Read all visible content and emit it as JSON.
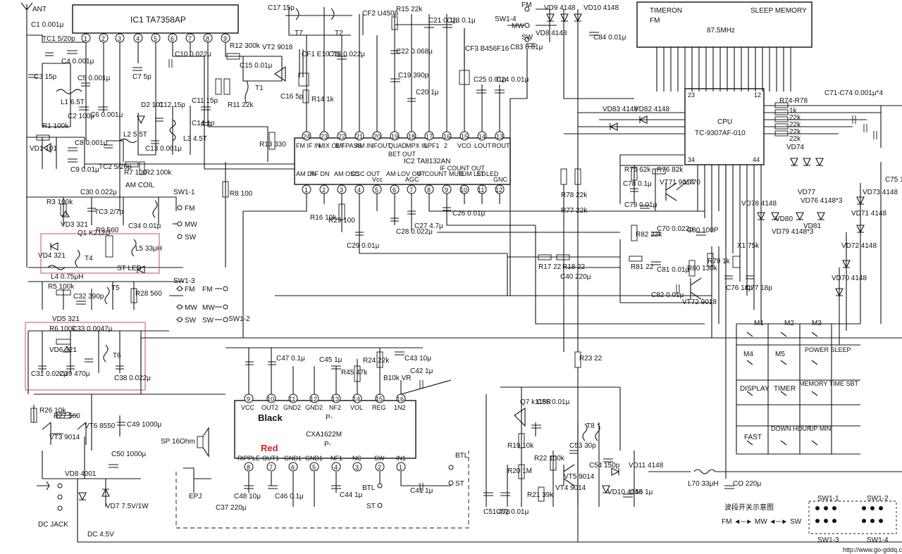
{
  "ic1": {
    "name": "IC1 TA7358AP",
    "pins": [
      "1",
      "2",
      "3",
      "4",
      "5",
      "6",
      "7",
      "8",
      "9"
    ]
  },
  "ic2": {
    "name": "IC2 TA8132AN",
    "top_pins": [
      "24",
      "23",
      "22",
      "21",
      "20",
      "19",
      "18",
      "17",
      "16",
      "15",
      "14",
      "13"
    ],
    "top_labels": [
      "FM IF IN",
      "MIX OUT",
      "BY-PASS",
      "AM IN",
      "IFOUT",
      "QUAD",
      "BET OUT",
      "MPX IN",
      "LPF1",
      "2",
      "VCO",
      "LOUT",
      "ROUT"
    ],
    "bottom_pins": [
      "1",
      "2",
      "3",
      "4",
      "5",
      "6",
      "7",
      "8",
      "9",
      "10",
      "11",
      "12"
    ],
    "bottom_labels": [
      "AM DN",
      "RF DN",
      "AM OSC",
      "OSC OUT",
      "Vcc",
      "AM LOV OUT",
      "AGC",
      "IF COUNT MUIE",
      "IF COUNT OUT",
      "TUM LED",
      "ST LED",
      "GNC"
    ]
  },
  "ic3": {
    "name": "CXA1622M",
    "marker": "P-",
    "top_pins": [
      "9",
      "10",
      "11",
      "12",
      "13",
      "14",
      "15",
      "16"
    ],
    "top_labels": [
      "VCC",
      "OUT2",
      "GND2",
      "GND2",
      "NF2",
      "VOL",
      "REG",
      "1N2"
    ],
    "bottom_pins": [
      "8",
      "7",
      "6",
      "5",
      "4",
      "3",
      "2",
      "1"
    ],
    "bottom_labels": [
      "RIPPLE",
      "OUT1",
      "GND1",
      "GND1",
      "NF1",
      "NC",
      "SW",
      "IN1"
    ]
  },
  "cpu": {
    "title": "CPU",
    "part": "TC-9307AF-010",
    "pins": [
      "23",
      "12",
      "34",
      "44"
    ]
  },
  "display": {
    "line1_left": "TIMERON",
    "line1_right": "SLEEP MEMORY",
    "line2_left": "FM",
    "line2_right": "87.5MHz"
  },
  "annotations": {
    "black": "Black",
    "red": "Red",
    "band_switch_title": "波段开关示意图",
    "band_switch_legend": "FM ◄─► MW ◄─► SW",
    "site": "http://www.go-gddq.com"
  },
  "keys": [
    "M1",
    "M2",
    "M3",
    "M4",
    "M5",
    "POWER SLEEP",
    "DISPLAY",
    "TIMER",
    "MEMORY TIME SBT",
    "FAST",
    "DOWN HOUR",
    "UP MIN"
  ],
  "switches": [
    "SW1-1",
    "SW1-2",
    "SW1-3",
    "SW1-4"
  ],
  "components": {
    "ant": "ANT",
    "c1": "C1 0.001μ",
    "tc1": "TC1 5/20p",
    "c4": "C4 0.001μ",
    "c3": "C3 15p",
    "c5": "C5 0.001μ",
    "l1": "L1 6.5T",
    "c2": "C2 100p",
    "c6": "C6 0.001μ",
    "c7": "C7 5p",
    "c10": "C10 0.022μ",
    "r12": "R12 300k",
    "vt2": "VT2 9018",
    "cf1": "CF1 E10.7S",
    "c15": "C15 0.01μ",
    "c16": "C16 5p",
    "c11": "C11 15p",
    "c14": "C14 1p",
    "r11": "R11 22k",
    "t1": "T1",
    "r13": "R13 330",
    "r14": "R14 1k",
    "c17": "C17 15p",
    "t7": "T7",
    "t2": "T2",
    "cf2": "CF2 U4508",
    "c18": "C18 0.022μ",
    "r15": "R15 22k",
    "c21": "C21 0.1μ",
    "c23": "C23 0.1μ",
    "c22": "C22 0.068μ",
    "c19": "C19 390p",
    "c20": "C20 1μ",
    "cf3": "CF3 B456F16",
    "c25": "C25 0.01μ",
    "c24": "C24 0.01μ",
    "r1": "R1 100k",
    "vd1": "VD1 101",
    "c8": "C8 0.001μ",
    "c9": "C9 0.01μ",
    "tc2": "TC2 5/20p",
    "l2": "L2 5.5T",
    "d2": "D2 101",
    "c12": "C12 15p",
    "c13": "C13 0.001μ",
    "l3": "L3 4.5T",
    "r7": "R7 100",
    "r2": "R2 100k",
    "r3": "R3 100k",
    "vd3": "VD3 321",
    "c30": "C30 0.022μ",
    "tc3": "TC3 2/7p",
    "am_coil": "AM COIL",
    "r8": "R8 100",
    "q1": "Q1 K212D",
    "r9": "R9 560",
    "c34": "C34 0.01μ",
    "l5": "L5 33μH",
    "vd4": "VD4 321",
    "t4": "T4",
    "l4": "L4 0.75μH",
    "st_led": "ST LED",
    "r5": "R5 100k",
    "c32": "C32 390p",
    "t5": "T5",
    "r28": "R28 560",
    "vd5": "VD5 321",
    "r6": "R6 100k",
    "c33": "C33 0.0047μ",
    "vd6": "VD6 321",
    "t6": "T6",
    "c31": "C31 0.022μ",
    "c39": "C39 470μ",
    "c38": "C38 0.022μ",
    "r16": "R16 10k",
    "r29": "R29 100",
    "c29": "C29 0.01μ",
    "c28": "C28 0.022μ",
    "c27": "C27 4.7μ",
    "c26": "C26 0.01μ",
    "c47": "C47 0.1μ",
    "c45": "C45 1μ",
    "r45": "R45 47k",
    "r24": "R24 22k",
    "c43": "C43 10μ",
    "b10k": "B10k VR",
    "c42": "C42 1μ",
    "r23": "R23 22",
    "r26": "R26 10k",
    "r27": "R27 560",
    "vt3": "VT3 9014",
    "vt6": "VT6 8550",
    "c49": "C49 1000μ",
    "c50": "C50 1000μ",
    "sp": "SP 16Ohm",
    "epj": "EPJ",
    "c37": "C37 220μ",
    "c48": "C48 10μ",
    "c46": "C46 0.1μ",
    "c44": "C44 1μ",
    "c41": "C41 1μ",
    "btl": "BTL",
    "st": "ST",
    "vd8": "VD8 4001",
    "vd7": "VD7 7.5V/1W",
    "dc_jack": "DC JACK",
    "dc": "DC 4.5V",
    "vd9": "VD9 4148",
    "vd10": "VD10 4148",
    "vd8b": "VD8 4148",
    "c83": "C83 0.01μ",
    "c84": "C84 0.01μ",
    "vd83": "VD83 4148",
    "vd82": "VD82 4148",
    "r78": "R78 22k",
    "r77": "R77 22k",
    "r75": "R75 62k",
    "r76": "R76 82k",
    "c78": "C78 0.1μ",
    "vt71": "VT71 9014",
    "vt70": "VT70",
    "c79": "C79 0.01μ",
    "r82": "R82 22k",
    "c70": "C70 0.022μ",
    "c80": "C80 100P",
    "r17": "R17 22",
    "r18": "R18 22",
    "c40": "C40 220μ",
    "r81": "R81 22",
    "c81": "C81 0.01μ",
    "r80": "R80 130k",
    "r79": "R79 1k",
    "c82": "C82 0.01μ",
    "vt72": "VT72 9018",
    "x1": "X1 75k",
    "c76": "C76 18p",
    "c77": "C77 18p",
    "r74_78": "R74-R78",
    "r_values": [
      "1k",
      "22k",
      "22k",
      "22k",
      "22k"
    ],
    "c71_74": "C71-C74 0.001μ*4",
    "c75": "C75 1μ",
    "vd74": "VD74",
    "vd73": "VD73 4148",
    "vd77": "VD77",
    "vd76": "VD76 4148*3",
    "vd78": "VD78 4148",
    "vd80": "VD80",
    "vd79": "VD79 4148*3",
    "vd81": "VD81",
    "vd71": "VD71 4148",
    "vd72": "VD72 4148",
    "vd70": "VD70 4148",
    "q7": "Q7 k118R",
    "c55": "C55 0.01μ",
    "r19": "R19 10k",
    "r22": "R22 100k",
    "r20": "R20 1M",
    "r21": "R21 39k",
    "c53": "C53 30p",
    "t8": "T8",
    "c54": "C54 150p",
    "vd11": "VD11 4148",
    "vt5": "VT5 9014",
    "vt4": "VT4 9014",
    "vd10b": "VD10 4148",
    "c56": "C56 1μ",
    "c51": "C51 47μ",
    "c52": "C52 0.01μ",
    "l70": "L70 33μH",
    "c0": "CO 220μ"
  }
}
